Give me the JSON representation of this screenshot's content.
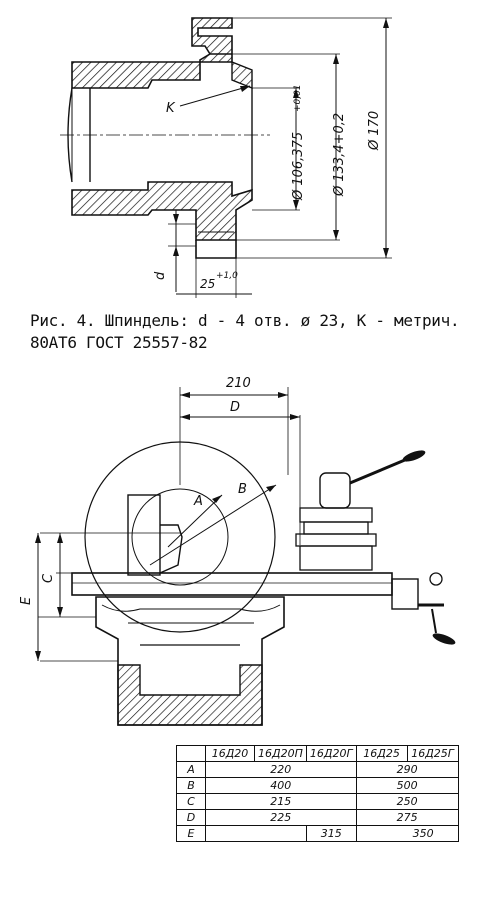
{
  "spindle_drawing": {
    "label_k": "K",
    "label_d": "d",
    "dim_d1": "Ø 106,375",
    "dim_d1_tol": "+0,01",
    "dim_d2": "Ø 133,4+0,2",
    "dim_d3": "Ø 170",
    "dim_len": "25",
    "dim_len_tol": "+1,0"
  },
  "caption": {
    "line1": "Рис. 4. Шпиндель: d - 4 отв. ø 23, К - метрич.",
    "line2": "80АТ6 ГОСТ 25557-82"
  },
  "lathe_drawing": {
    "dim_210": "210",
    "dim_D": "D",
    "label_A": "A",
    "label_B": "B",
    "label_C": "C",
    "label_E": "E"
  },
  "table": {
    "headers": [
      "",
      "16Д20",
      "16Д20П",
      "16Д20Г",
      "16Д25",
      "16Д25Г"
    ],
    "rows": [
      {
        "label": "A",
        "g1": "220",
        "g2": "290"
      },
      {
        "label": "B",
        "g1": "400",
        "g2": "500"
      },
      {
        "label": "C",
        "g1": "215",
        "g2": "250"
      },
      {
        "label": "D",
        "g1": "225",
        "g2": "275"
      }
    ],
    "row_e": {
      "label": "E",
      "v1": "315",
      "v2": "350"
    }
  }
}
